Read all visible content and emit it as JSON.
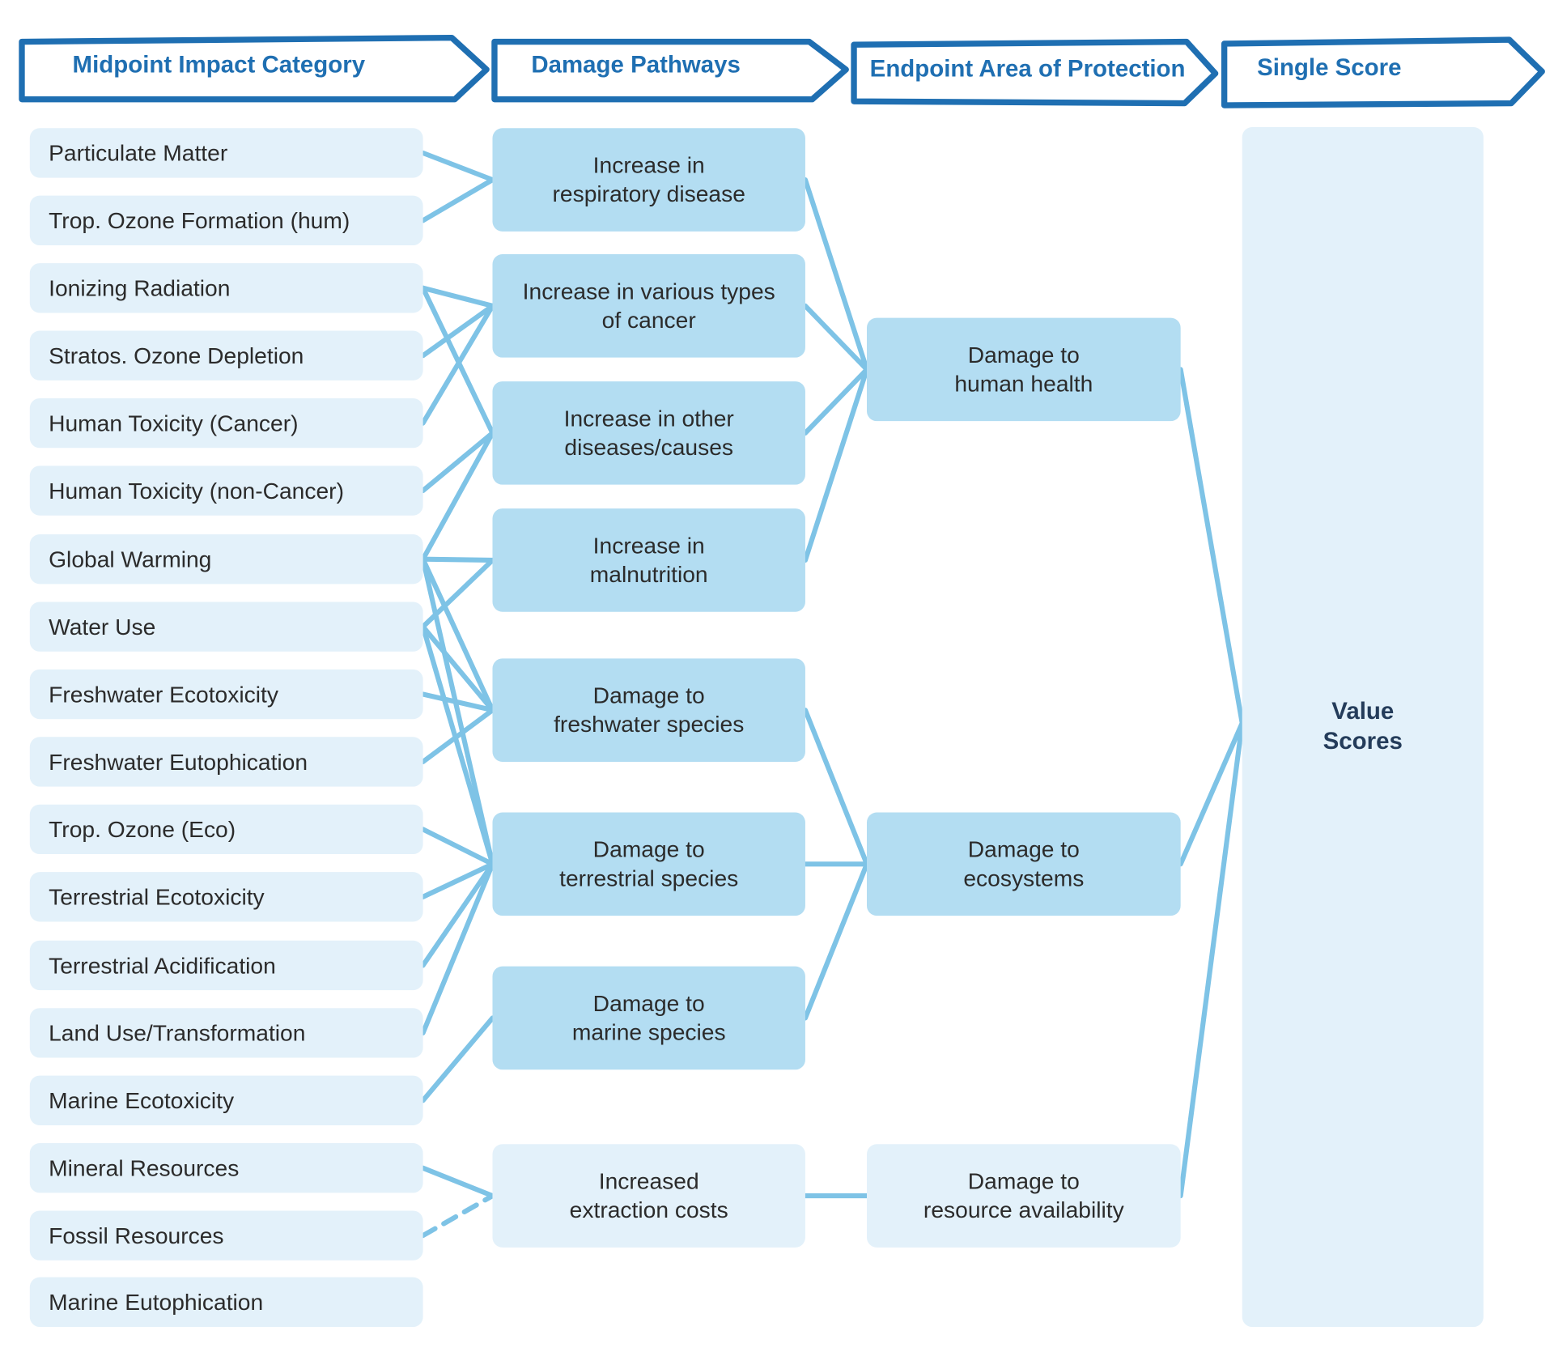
{
  "headers": [
    "Midpoint Impact Category",
    "Damage Pathways",
    "Endpoint Area of Protection",
    "Single Score"
  ],
  "midpoints": [
    "Particulate Matter",
    "Trop. Ozone Formation (hum)",
    "Ionizing Radiation",
    "Stratos. Ozone Depletion",
    "Human Toxicity (Cancer)",
    "Human Toxicity (non-Cancer)",
    "Global Warming",
    "Water Use",
    "Freshwater Ecotoxicity",
    "Freshwater Eutophication",
    "Trop. Ozone (Eco)",
    "Terrestrial Ecotoxicity",
    "Terrestrial Acidification",
    "Land Use/Transformation",
    "Marine Ecotoxicity",
    "Mineral Resources",
    "Fossil Resources",
    "Marine Eutophication"
  ],
  "pathways": [
    {
      "line1": "Increase in",
      "line2": "respiratory disease"
    },
    {
      "line1": "Increase in various types",
      "line2": "of cancer"
    },
    {
      "line1": "Increase in other",
      "line2": "diseases/causes"
    },
    {
      "line1": "Increase in",
      "line2": "malnutrition"
    },
    {
      "line1": "Damage to",
      "line2": "freshwater species"
    },
    {
      "line1": "Damage to",
      "line2": "terrestrial species"
    },
    {
      "line1": "Damage to",
      "line2": "marine species"
    },
    {
      "line1": "Increased",
      "line2": "extraction costs"
    }
  ],
  "endpoints": [
    {
      "line1": "Damage to",
      "line2": "human health"
    },
    {
      "line1": "Damage to",
      "line2": "ecosystems"
    },
    {
      "line1": "Damage to",
      "line2": "resource availability"
    }
  ],
  "score": {
    "line1": "Value",
    "line2": "Scores"
  },
  "links_mid_to_path": [
    [
      0,
      0
    ],
    [
      1,
      0
    ],
    [
      2,
      1
    ],
    [
      2,
      2
    ],
    [
      3,
      1
    ],
    [
      4,
      1
    ],
    [
      5,
      2
    ],
    [
      6,
      2
    ],
    [
      6,
      3
    ],
    [
      6,
      4
    ],
    [
      6,
      5
    ],
    [
      7,
      3
    ],
    [
      7,
      4
    ],
    [
      7,
      5
    ],
    [
      8,
      4
    ],
    [
      9,
      4
    ],
    [
      10,
      5
    ],
    [
      11,
      5
    ],
    [
      12,
      5
    ],
    [
      13,
      5
    ],
    [
      14,
      6
    ],
    [
      15,
      7
    ],
    [
      16,
      7
    ]
  ],
  "dashed_links_mid_to_path": [
    [
      16,
      7
    ]
  ],
  "links_path_to_end": [
    [
      0,
      0
    ],
    [
      1,
      0
    ],
    [
      2,
      0
    ],
    [
      3,
      0
    ],
    [
      4,
      1
    ],
    [
      5,
      1
    ],
    [
      6,
      1
    ],
    [
      7,
      2
    ]
  ],
  "colors": {
    "header_outline": "#1f6fb2",
    "header_text": "#1f6fb2",
    "light_box": "#e3f1fa",
    "mid_box": "#b3ddf2",
    "link_line": "#7ec3e6",
    "score_text": "#243c5a"
  }
}
